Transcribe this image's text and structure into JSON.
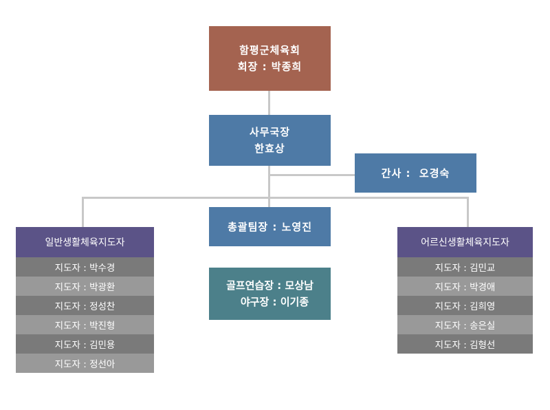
{
  "top": {
    "title": "함평군체육회",
    "subtitle": "회장 : 박종희"
  },
  "secretary_general": {
    "title": "사무국장",
    "name": "한효상"
  },
  "assistant": {
    "label": "간사 :  오경숙"
  },
  "manager": {
    "label": "총괄팀장 : 노영진"
  },
  "facilities": {
    "line1": "골프연습장 : 모상남",
    "line2": "야구장 : 이기종"
  },
  "left_panel": {
    "title": "일반생활체육지도자",
    "rows": [
      "지도자 : 박수경",
      "지도자 : 박광환",
      "지도자 : 정성찬",
      "지도자 : 박진형",
      "지도자 : 김민용",
      "지도자 : 정선아"
    ]
  },
  "right_panel": {
    "title": "어르신생활체육지도자",
    "rows": [
      "지도자 : 김민교",
      "지도자 : 박경애",
      "지도자 : 김희영",
      "지도자 : 송은실",
      "지도자 : 김형선"
    ]
  },
  "colors": {
    "top_box": "#a46350",
    "blue_box": "#4e7aa6",
    "teal_box": "#4c808a",
    "panel_header": "#5b5387",
    "row_dark": "#7a7a7a",
    "row_light": "#999999",
    "connector": "#c8c8c8"
  }
}
